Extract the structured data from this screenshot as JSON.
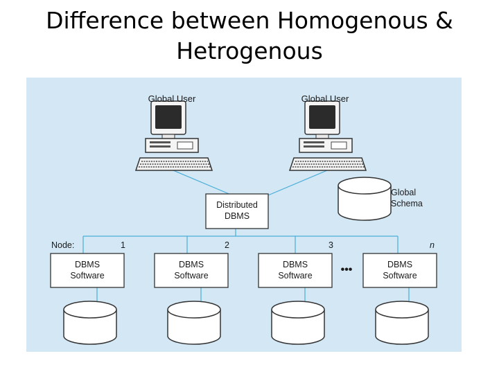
{
  "title": {
    "line1": "Difference between Homogenous &",
    "line2": "Hetrogenous"
  },
  "diagram": {
    "global_users": [
      "Global User",
      "Global User"
    ],
    "distributed_dbms": [
      "Distributed",
      "DBMS"
    ],
    "global_schema": [
      "Global",
      "Schema"
    ],
    "node_prefix": "Node:",
    "node_numbers": [
      "1",
      "2",
      "3",
      "n"
    ],
    "dbms_boxes": [
      [
        "DBMS",
        "Software"
      ],
      [
        "DBMS",
        "Software"
      ],
      [
        "DBMS",
        "Software"
      ],
      [
        "DBMS",
        "Software"
      ]
    ],
    "ellipsis": "•••"
  },
  "colors": {
    "panel_bg": "#d3e7f4",
    "connector": "#4aaed8",
    "box_stroke": "#333333",
    "monitor_screen": "#2b2b2b"
  }
}
